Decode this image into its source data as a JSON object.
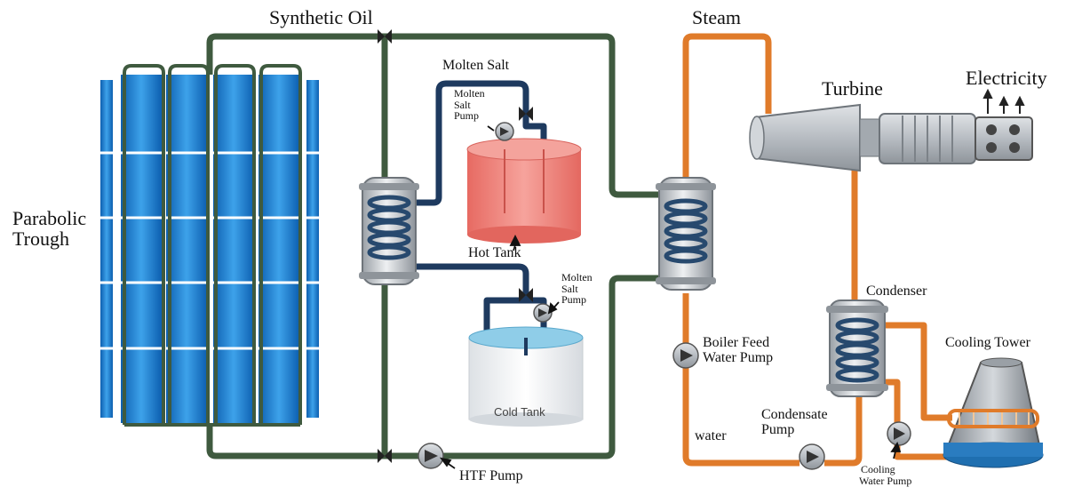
{
  "labels": {
    "synthetic_oil": "Synthetic Oil",
    "steam": "Steam",
    "molten_salt": "Molten Salt",
    "molten_salt_pump_top": [
      "Molten",
      "Salt",
      "Pump"
    ],
    "molten_salt_pump_bottom": [
      "Molten",
      "Salt",
      "Pump"
    ],
    "parabolic_trough": [
      "Parabolic",
      "Trough"
    ],
    "hot_tank": "Hot Tank",
    "cold_tank": "Cold Tank",
    "htf_pump": "HTF Pump",
    "turbine": "Turbine",
    "electricity": "Electricity",
    "condenser": "Condenser",
    "cooling_tower": "Cooling Tower",
    "boiler_feed_water_pump": [
      "Boiler Feed",
      "Water Pump"
    ],
    "water": "water",
    "condensate_pump": [
      "Condensate",
      "Pump"
    ],
    "cooling_water_pump": [
      "Cooling",
      "Water Pump"
    ]
  },
  "colors": {
    "oil_loop": "#3f5a3f",
    "salt_loop": "#1e3a5f",
    "steam_loop": "#e07b2a",
    "trough_blue": "#1f7fd1",
    "hot_tank": "#ee7d76",
    "cold_tank": "#f2f4f6",
    "cold_tank_top": "#8fcde8"
  }
}
